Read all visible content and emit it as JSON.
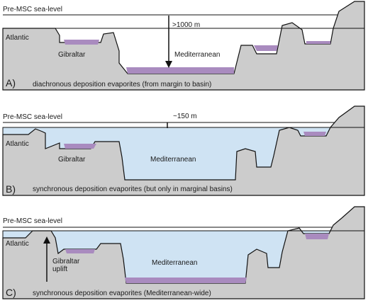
{
  "panels": [
    {
      "letter": "A)",
      "sealevel_label": "Pre-MSC sea-level",
      "atlantic_label": "Atlantic",
      "gibraltar_label": "Gibraltar",
      "med_label": "Mediterranean",
      "caption": "diachronous deposition evaporites (from margin to basin)",
      "drop_label": ">1000 m"
    },
    {
      "letter": "B)",
      "sealevel_label": "Pre-MSC sea-level",
      "atlantic_label": "Atlantic",
      "gibraltar_label": "Gibraltar",
      "med_label": "Mediterranean",
      "caption": "synchronous deposition evaporites (but only in marginal basins)",
      "drop_label": "~150 m"
    },
    {
      "letter": "C)",
      "sealevel_label": "Pre-MSC sea-level",
      "atlantic_label": "Atlantic",
      "gibraltar_label": "Gibraltar",
      "uplift_label": "uplift",
      "med_label": "Mediterranean",
      "caption": "synchronous deposition evaporites (Mediterranean-wide)"
    }
  ],
  "colors": {
    "water": "#cfe3f3",
    "rock": "#cccccc",
    "evaporite": "#a98bbf",
    "outline": "#111111"
  }
}
